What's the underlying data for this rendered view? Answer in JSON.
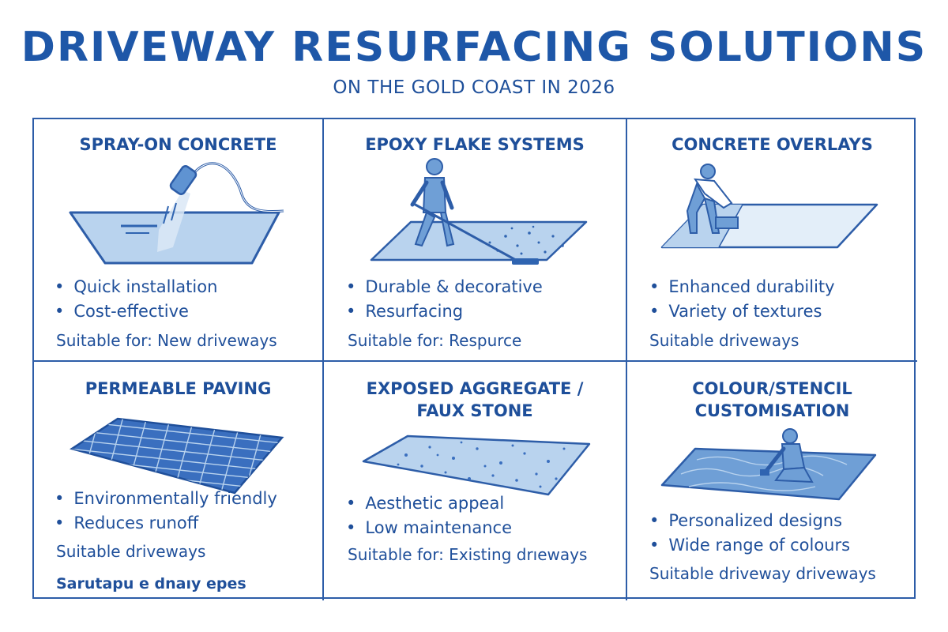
{
  "header": {
    "title": "DRIVEWAY RESURFACING SOLUTIONS",
    "subtitle": "ON THE GOLD COAST IN 2026"
  },
  "colors": {
    "primary": "#1e57a8",
    "border": "#2d5da8",
    "fill_light": "#b9d3ee",
    "fill_mid": "#6f9fd6",
    "fill_dark": "#2f64b1"
  },
  "cards": [
    {
      "title": "SPRAY-ON CONCRETE",
      "icon": "spray-nozzle-icon",
      "bullets": [
        "Quick installation",
        "Cost-effective"
      ],
      "suitable": "Suitable for:  New driveways"
    },
    {
      "title": "EPOXY FLAKE SYSTEMS",
      "icon": "worker-broom-icon",
      "bullets": [
        "Durable & decorative",
        "Resurfacing"
      ],
      "suitable": "Suitable for: Respurce"
    },
    {
      "title": "CONCRETE OVERLAYS",
      "icon": "worker-trowel-icon",
      "bullets": [
        "Enhanced durability",
        "Variety of textures"
      ],
      "suitable": "Suitable driveways"
    },
    {
      "title": "PERMEABLE PAVING",
      "icon": "paver-grid-icon",
      "bullets": [
        "Environmentally friendly",
        "Reduces runoff"
      ],
      "suitable": "Suitable driveways",
      "extra": "Sarutapu e dnaıy epes"
    },
    {
      "title_lines": [
        "EXPOSED AGGREGATE /",
        "FAUX STONE"
      ],
      "icon": "aggregate-slab-icon",
      "bullets": [
        "Aesthetic appeal",
        "Low maintenance"
      ],
      "suitable": "Suitable for:  Existing drıeways"
    },
    {
      "title_lines": [
        "COLOUR/STENCIL",
        "CUSTOMISATION"
      ],
      "icon": "worker-stencil-icon",
      "bullets": [
        "Personalized designs",
        "Wide range of colours"
      ],
      "suitable": "Suitable driveway driveways"
    }
  ]
}
